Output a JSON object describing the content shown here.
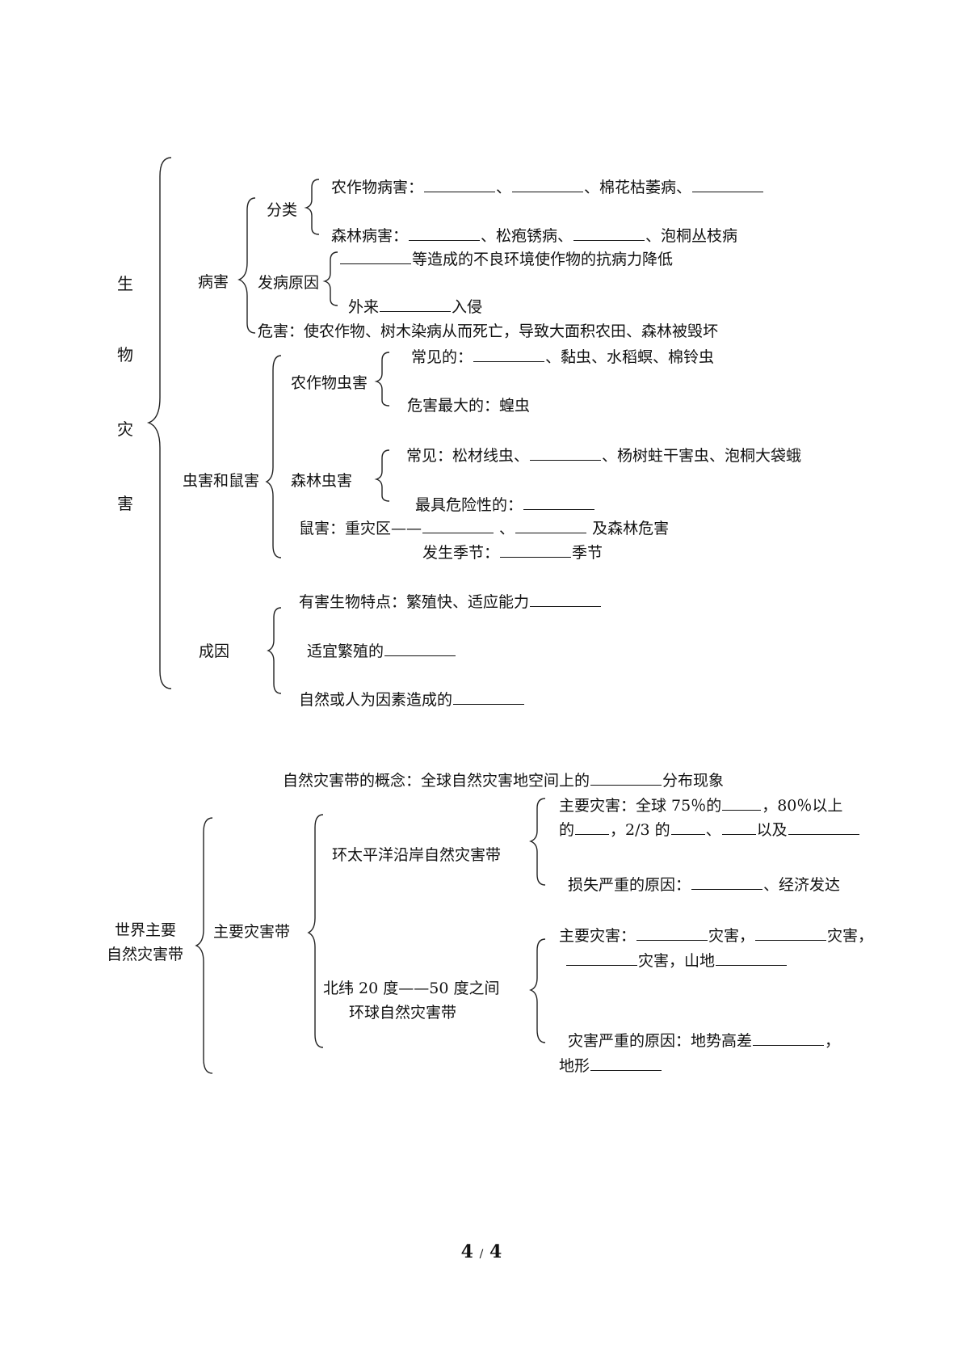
{
  "bio": {
    "title_chars": [
      "生",
      "物",
      "灾",
      "害"
    ],
    "disease": {
      "label": "病害",
      "classification": {
        "label": "分类",
        "crop_prefix": "农作物病害：",
        "crop_sep1": "、",
        "crop_sep2": "、棉花枯萎病、",
        "forest_prefix": "森林病害：",
        "forest_sep1": "、松疱锈病、",
        "forest_sep2": "、泡桐丛枝病"
      },
      "cause": {
        "label": "发病原因",
        "env_suffix": "等造成的不良环境使作物的抗病力降低",
        "foreign_prefix": "外来",
        "foreign_suffix": "入侵"
      },
      "harm": "危害：使农作物、树木染病从而死亡，导致大面积农田、森林被毁坏"
    },
    "pests": {
      "label": "虫害和鼠害",
      "crop": {
        "label": "农作物虫害",
        "common_prefix": "常见的：",
        "common_suffix": "、黏虫、水稻螟、棉铃虫",
        "worst": "危害最大的：蝗虫"
      },
      "forest": {
        "label": "森林虫害",
        "common_prefix": "常见：松材线虫、",
        "common_suffix": "、杨树蛀干害虫、泡桐大袋蛾",
        "danger_prefix": "最具危险性的："
      },
      "rodent": {
        "prefix": "鼠害：重灾区——",
        "sep": " 、",
        "suffix": " 及森林危害",
        "season_prefix": "发生季节：",
        "season_suffix": "季节"
      }
    },
    "causes": {
      "label": "成因",
      "trait": "有害生物特点：繁殖快、适应能力",
      "suitable": "适宜繁殖的",
      "human": "自然或人为因素造成的"
    }
  },
  "zones": {
    "concept_prefix": "自然灾害带的概念：全球自然灾害地空间上的",
    "concept_suffix": "分布现象",
    "world_line1": "世界主要",
    "world_line2": "自然灾害带",
    "main_label": "主要灾害带",
    "pacific": {
      "label": "环太平洋沿岸自然灾害带",
      "main_prefix": "主要灾害：全球 75％的",
      "main_mid": "，80％以上",
      "line2_prefix": "的",
      "line2_mid": "，2/3 的",
      "line2_sep": "、",
      "line2_and": "以及",
      "loss_prefix": "损失严重的原因：",
      "loss_suffix": "、经济发达"
    },
    "north": {
      "label_line1": "北纬 20 度——50 度之间",
      "label_line2": "环球自然灾害带",
      "main_prefix": "主要灾害：",
      "main_mid1": "灾害，",
      "main_mid2": "灾害，",
      "line2_suffix": "灾害，山地",
      "severe_prefix": "灾害严重的原因：地势高差",
      "severe_suffix": "，",
      "terrain_prefix": "地形"
    }
  },
  "page": {
    "current": "4",
    "sep": "/",
    "total": "4"
  }
}
